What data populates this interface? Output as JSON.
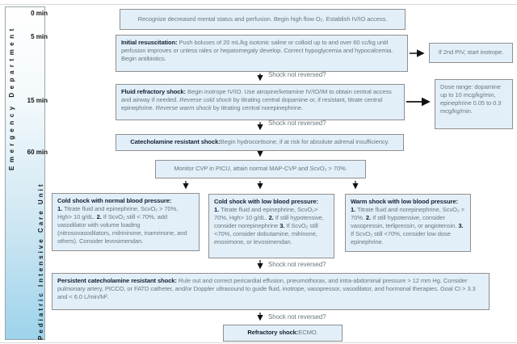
{
  "palette": {
    "box-fill": "#e3eff8",
    "box-border": "#8f8f8f",
    "body-text": "#68797f",
    "bold-text": "#142033",
    "arrow": "#111111",
    "grad-top": "#ffffff",
    "grad-bottom": "#9dd3eb"
  },
  "sidebar": {
    "ed_label": "Emergency Department",
    "picu_label": "Pediatric Intensive Care Unit",
    "times": [
      "0 min",
      "5 min",
      "15 min",
      "60 min"
    ]
  },
  "labels": {
    "shock_not_reversed": "Shock not reversed?"
  },
  "boxes": {
    "recognize": {
      "segments": [
        {
          "t": "Recognize decreased mental status and perfusion. Begin high flow O₂. Establish IV/IO access.",
          "s": "n"
        }
      ]
    },
    "initial": {
      "segments": [
        {
          "t": "Initial resuscitation: ",
          "s": "b"
        },
        {
          "t": "Push boluses of 20 mL/kg isotonic saline or colloid up to and over 60 cc/kg until perfusion improves or unless rales or hepatomegaly develop. Correct hypoglycemia and hypocalcemia. Begin antibiotics.",
          "s": "n"
        }
      ]
    },
    "second_piv": {
      "segments": [
        {
          "t": "If 2nd PIV, start inotrope.",
          "s": "n"
        }
      ]
    },
    "fluid_refractory": {
      "segments": [
        {
          "t": "Fluid refractory shock: ",
          "s": "b"
        },
        {
          "t": "Begin inotrope IV/IO. Use atropine/ketamine IV/IO/IM to obtain central access and airway if needed. ",
          "s": "n"
        },
        {
          "t": "Reverse cold shock",
          "s": "i"
        },
        {
          "t": " by titrating central dopamine or, if resistant, titrate central epinephrine. ",
          "s": "n"
        },
        {
          "t": "Reverse warm shock",
          "s": "i"
        },
        {
          "t": " by titrating central norepinephrine.",
          "s": "n"
        }
      ]
    },
    "dose_range": {
      "segments": [
        {
          "t": "Dose range: dopamine up to 10 mcg/kg/min, epinephrine 0.05 to 0.3 mcg/kg/min.",
          "s": "n"
        }
      ]
    },
    "catecholamine_resistant": {
      "segments": [
        {
          "t": "Catecholamine resistant shock: ",
          "s": "b"
        },
        {
          "t": "Begin hydrocortisone, if at risk for absolute adrenal insufficiency.",
          "s": "n"
        }
      ]
    },
    "monitor_cvp": {
      "segments": [
        {
          "t": "Monitor CVP in PICU, attain normal MAP-CVP and ScvO₂ > 70%.",
          "s": "n"
        }
      ]
    },
    "cold_normal_bp": {
      "segments": [
        {
          "t": "Cold shock with normal blood pressure:",
          "s": "h"
        },
        {
          "t": "1.",
          "s": "b"
        },
        {
          "t": " Titrate fluid and epinephrine, ScvO₂ > 70%, Hgh> 10 g/dL. ",
          "s": "n"
        },
        {
          "t": "2.",
          "s": "b"
        },
        {
          "t": " If ScvO₂ still < 70%, add vasodilator with volume loading (nitrosovasodilators, milrininone, inamrinone, and others). Consider levosimendan.",
          "s": "n"
        }
      ]
    },
    "cold_low_bp": {
      "segments": [
        {
          "t": "Cold shock with low blood pressure:",
          "s": "h"
        },
        {
          "t": "1.",
          "s": "b"
        },
        {
          "t": " Titrate fluid and epinephrine, ScvO₂> 70%, Hgh> 10 g/dL. ",
          "s": "n"
        },
        {
          "t": "2.",
          "s": "b"
        },
        {
          "t": " If still hypotensive, consider norepinephrine ",
          "s": "n"
        },
        {
          "t": "3.",
          "s": "b"
        },
        {
          "t": " If ScvO₂ still <70%, consider dobutamine, milrinone, enoximone, or levosimendan.",
          "s": "n"
        }
      ]
    },
    "warm_low_bp": {
      "segments": [
        {
          "t": "Warm shock with low blood pressure:",
          "s": "h"
        },
        {
          "t": "1.",
          "s": "b"
        },
        {
          "t": " Titrate fluid and norepinephrine, ScvO₂ > 70%. ",
          "s": "n"
        },
        {
          "t": "2.",
          "s": "b"
        },
        {
          "t": " If still hypotensive, consider vasopressin, terlipressin, or angiotensin. ",
          "s": "n"
        },
        {
          "t": "3.",
          "s": "b"
        },
        {
          "t": " If ScvO₂ still <70%, consider low dose epinephrine.",
          "s": "n"
        }
      ]
    },
    "persistent": {
      "segments": [
        {
          "t": "Persistent catecholamine resistant shock: ",
          "s": "b"
        },
        {
          "t": "Rule out and correct pericardial effusion, pneumothorax, and intra-abdominal pressure > 12 mm Hg. Consider pulmonary artery, PICCO, or FATD catheter, and/or Doppler ultrasound to guide fluid, inotrope, vasopressor, vasodilator, and hormonal therapies. Goal CI > 3.3 and < 6.0 L/min/M².",
          "s": "n"
        }
      ]
    },
    "refractory": {
      "segments": [
        {
          "t": "Refractory shock: ",
          "s": "b"
        },
        {
          "t": "ECMO.",
          "s": "n"
        }
      ]
    }
  }
}
